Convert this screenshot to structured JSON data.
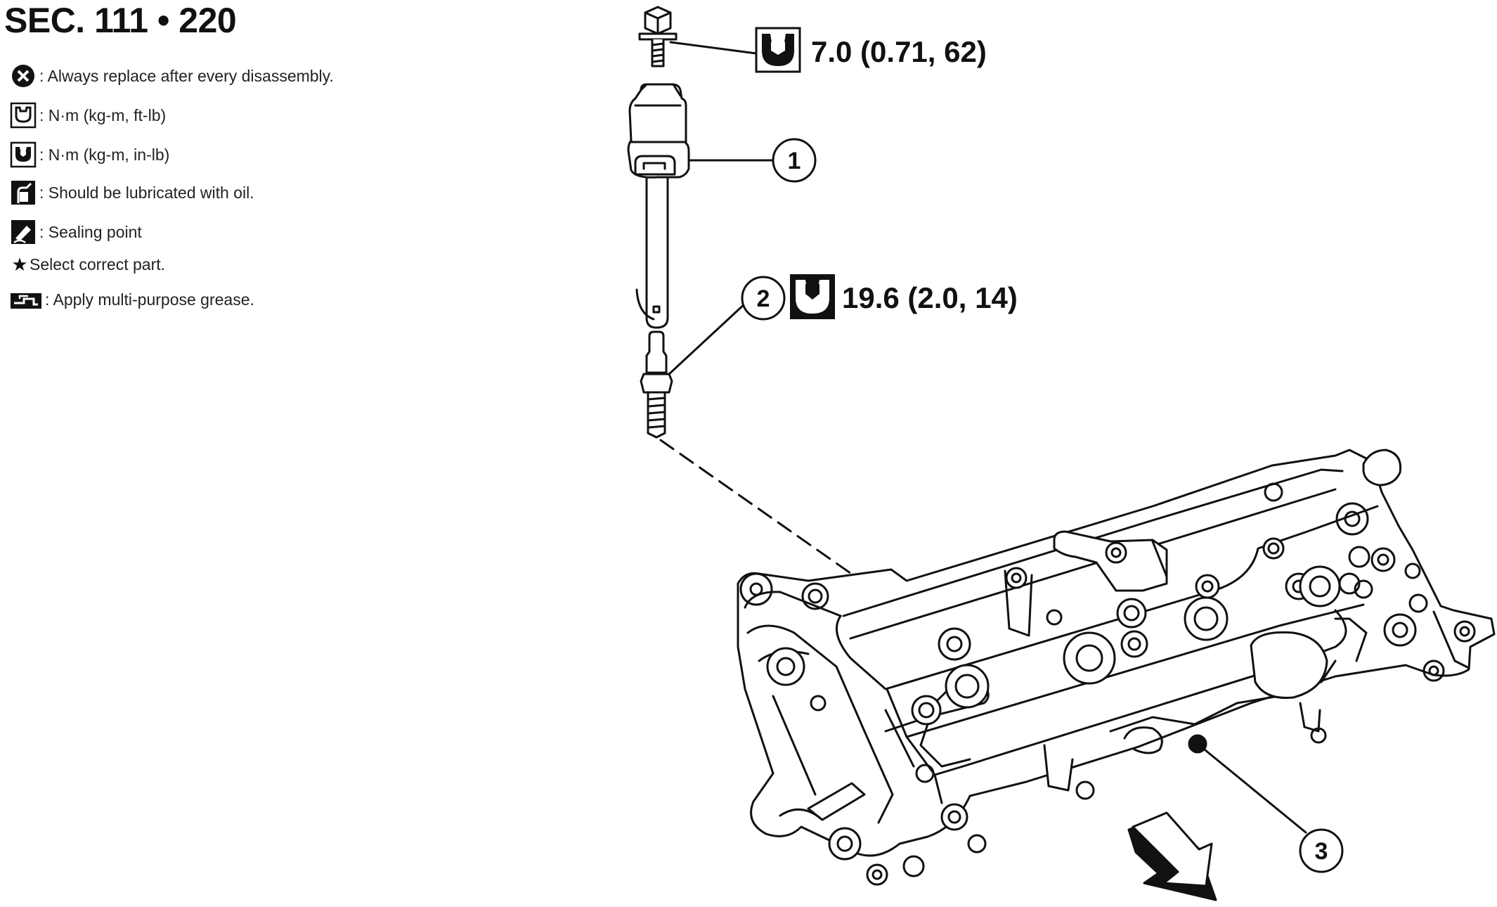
{
  "section_title": "SEC. 111 • 220",
  "legend": [
    {
      "icon": "replace-x-icon",
      "text": ": Always replace after every disassembly."
    },
    {
      "icon": "wrench-ftlb-icon",
      "text": ": N·m (kg-m, ft-lb)"
    },
    {
      "icon": "wrench-inlb-icon",
      "text": ": N·m (kg-m, in-lb)"
    },
    {
      "icon": "oil-can-icon",
      "text": ": Should be lubricated with oil."
    },
    {
      "icon": "sealant-icon",
      "text": ": Sealing point"
    },
    {
      "icon": "star-icon",
      "text": "Select correct part."
    },
    {
      "icon": "grease-gun-icon",
      "text": ": Apply multi-purpose grease."
    }
  ],
  "torques": [
    {
      "value": "7.0 (0.71, 62)",
      "icon": "wrench-inlb-icon"
    },
    {
      "value": "19.6 (2.0, 14)",
      "icon": "wrench-ftlb-icon"
    }
  ],
  "callouts": [
    "1",
    "2",
    "3"
  ],
  "colors": {
    "line": "#111111",
    "background": "#ffffff"
  }
}
